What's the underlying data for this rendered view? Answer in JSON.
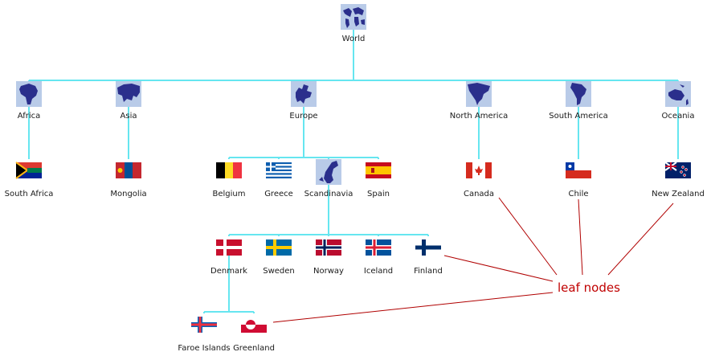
{
  "tree": {
    "nodes": {
      "world": {
        "label": "World",
        "icon": "globe-icon"
      },
      "africa": {
        "label": "Africa",
        "icon": "africa-map-icon"
      },
      "asia": {
        "label": "Asia",
        "icon": "asia-map-icon"
      },
      "europe": {
        "label": "Europe",
        "icon": "europe-map-icon"
      },
      "north_america": {
        "label": "North America",
        "icon": "north-america-map-icon"
      },
      "south_america": {
        "label": "South America",
        "icon": "south-america-map-icon"
      },
      "oceania": {
        "label": "Oceania",
        "icon": "oceania-map-icon"
      },
      "south_africa": {
        "label": "South Africa",
        "icon": "south-africa-flag-icon"
      },
      "mongolia": {
        "label": "Mongolia",
        "icon": "mongolia-flag-icon"
      },
      "belgium": {
        "label": "Belgium",
        "icon": "belgium-flag-icon"
      },
      "greece": {
        "label": "Greece",
        "icon": "greece-flag-icon"
      },
      "scandinavia": {
        "label": "Scandinavia",
        "icon": "scandinavia-map-icon"
      },
      "spain": {
        "label": "Spain",
        "icon": "spain-flag-icon"
      },
      "canada": {
        "label": "Canada",
        "icon": "canada-flag-icon"
      },
      "chile": {
        "label": "Chile",
        "icon": "chile-flag-icon"
      },
      "new_zealand": {
        "label": "New Zealand",
        "icon": "new-zealand-flag-icon"
      },
      "denmark": {
        "label": "Denmark",
        "icon": "denmark-flag-icon"
      },
      "sweden": {
        "label": "Sweden",
        "icon": "sweden-flag-icon"
      },
      "norway": {
        "label": "Norway",
        "icon": "norway-flag-icon"
      },
      "iceland": {
        "label": "Iceland",
        "icon": "iceland-flag-icon"
      },
      "finland": {
        "label": "Finland",
        "icon": "finland-flag-icon"
      },
      "faroe_islands": {
        "label": "Faroe Islands",
        "icon": "faroe-islands-flag-icon"
      },
      "greenland": {
        "label": "Greenland",
        "icon": "greenland-flag-icon"
      }
    },
    "edges": [
      [
        "world",
        "africa"
      ],
      [
        "world",
        "asia"
      ],
      [
        "world",
        "europe"
      ],
      [
        "world",
        "north_america"
      ],
      [
        "world",
        "south_america"
      ],
      [
        "world",
        "oceania"
      ],
      [
        "africa",
        "south_africa"
      ],
      [
        "asia",
        "mongolia"
      ],
      [
        "europe",
        "belgium"
      ],
      [
        "europe",
        "greece"
      ],
      [
        "europe",
        "scandinavia"
      ],
      [
        "europe",
        "spain"
      ],
      [
        "north_america",
        "canada"
      ],
      [
        "south_america",
        "chile"
      ],
      [
        "oceania",
        "new_zealand"
      ],
      [
        "scandinavia",
        "denmark"
      ],
      [
        "scandinavia",
        "sweden"
      ],
      [
        "scandinavia",
        "norway"
      ],
      [
        "scandinavia",
        "iceland"
      ],
      [
        "scandinavia",
        "finland"
      ],
      [
        "denmark",
        "faroe_islands"
      ],
      [
        "denmark",
        "greenland"
      ]
    ],
    "annotation": {
      "label": "leaf nodes",
      "targets": [
        "canada",
        "chile",
        "new_zealand",
        "finland",
        "greenland"
      ]
    }
  },
  "colors": {
    "edge": "#66e6f0",
    "annotation": "#b00000",
    "map_bg": "#b9cbe8",
    "map_land": "#2b2f8c"
  }
}
